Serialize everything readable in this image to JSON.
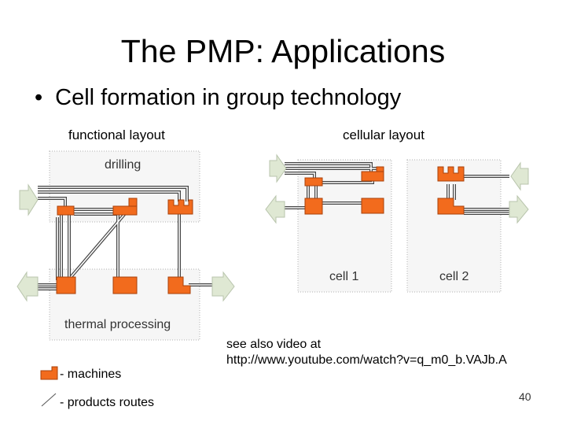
{
  "slide": {
    "title": "The PMP: Applications",
    "bullet": "Cell formation in group technology",
    "page_number": "40"
  },
  "functional": {
    "caption": "functional layout",
    "drilling_label": "drilling",
    "thermal_label": "thermal processing"
  },
  "cellular": {
    "caption": "cellular layout",
    "cell1_label": "cell 1",
    "cell2_label": "cell 2"
  },
  "legend": {
    "machines_label": "- machines",
    "routes_label": "- products routes"
  },
  "note": {
    "line1": "see also video at",
    "line2": "http://www.youtube.com/watch?v=q_m0_b.VAJb.A"
  },
  "colors": {
    "machine_fill": "#f26b1d",
    "machine_stroke": "#a8400a",
    "arrow_fill": "#dfe8d3",
    "arrow_stroke": "#b8c4ac",
    "box_border": "#b0b0b0",
    "box_fill": "#f6f6f6"
  }
}
